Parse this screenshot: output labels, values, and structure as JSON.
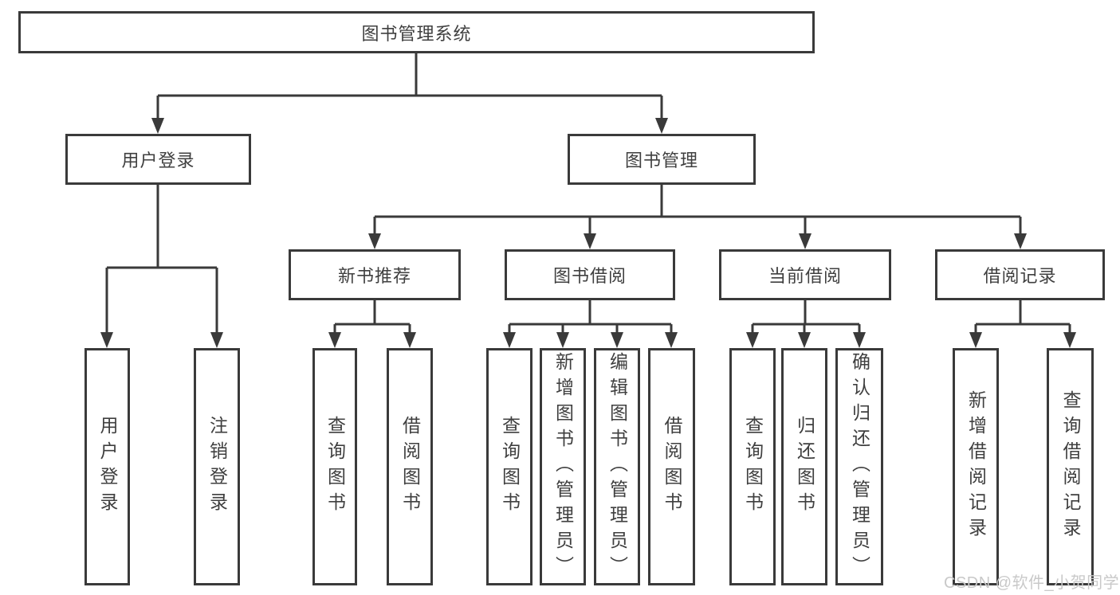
{
  "tree": {
    "root": {
      "label": "图书管理系统"
    },
    "branches": [
      {
        "label": "用户登录",
        "children": [
          {
            "label": "用户登录"
          },
          {
            "label": "注销登录"
          }
        ]
      },
      {
        "label": "图书管理",
        "children": [
          {
            "label": "新书推荐",
            "children": [
              {
                "label": "查询图书"
              },
              {
                "label": "借阅图书"
              }
            ]
          },
          {
            "label": "图书借阅",
            "children": [
              {
                "label": "查询图书"
              },
              {
                "label": "新增图书（管理员）"
              },
              {
                "label": "编辑图书（管理员）"
              },
              {
                "label": "借阅图书"
              }
            ]
          },
          {
            "label": "当前借阅",
            "children": [
              {
                "label": "查询图书"
              },
              {
                "label": "归还图书"
              },
              {
                "label": "确认归还（管理员）"
              }
            ]
          },
          {
            "label": "借阅记录",
            "children": [
              {
                "label": "新增借阅记录"
              },
              {
                "label": "查询借阅记录"
              }
            ]
          }
        ]
      }
    ]
  },
  "watermark": {
    "text": "CSDN @软件_小贺同学"
  },
  "colors": {
    "line": "#3a3a3a",
    "box_border": "#3a3a3a",
    "text": "#3f3f3f",
    "background": "#ffffff",
    "watermark": "#c9c9c9"
  }
}
